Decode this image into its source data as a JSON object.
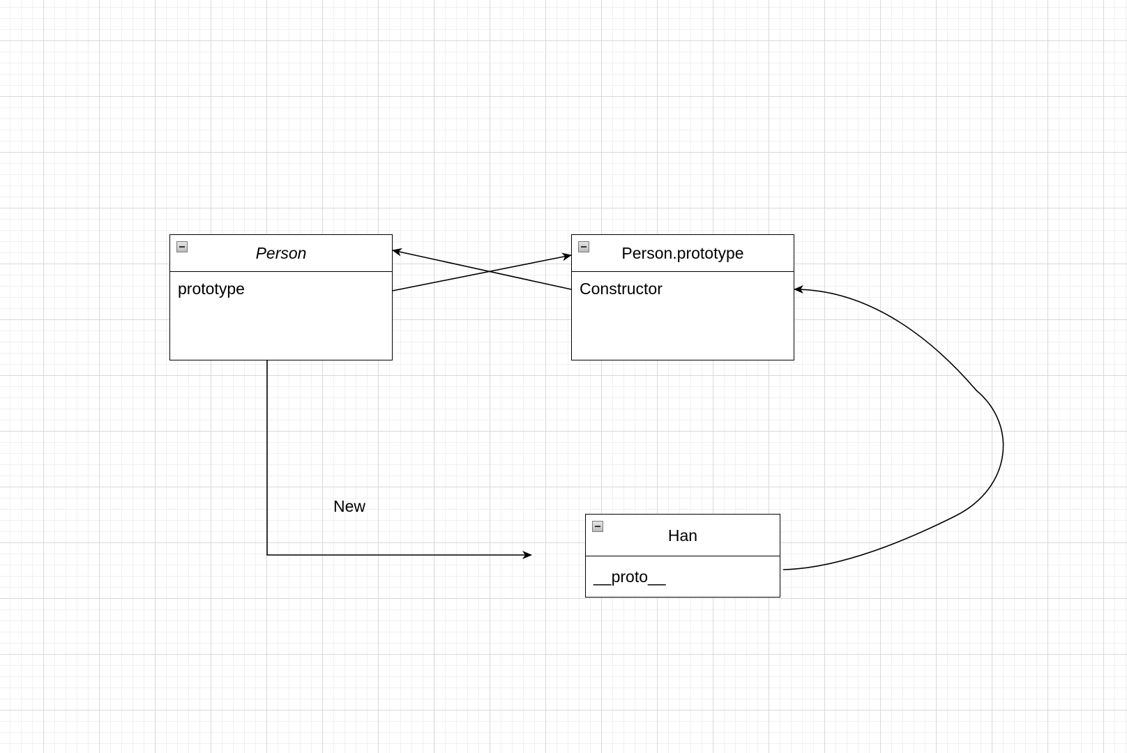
{
  "diagram": {
    "nodes": {
      "person": {
        "title": "Person",
        "field": "prototype"
      },
      "person_prototype": {
        "title": "Person.prototype",
        "field": "Constructor"
      },
      "han": {
        "title": "Han",
        "field": "__proto__"
      }
    },
    "edges": {
      "new_label": "New"
    },
    "colors": {
      "stroke": "#000000",
      "grid_major": "#d9d9d9",
      "grid_minor": "#f0f0f0",
      "background": "#ffffff"
    }
  }
}
